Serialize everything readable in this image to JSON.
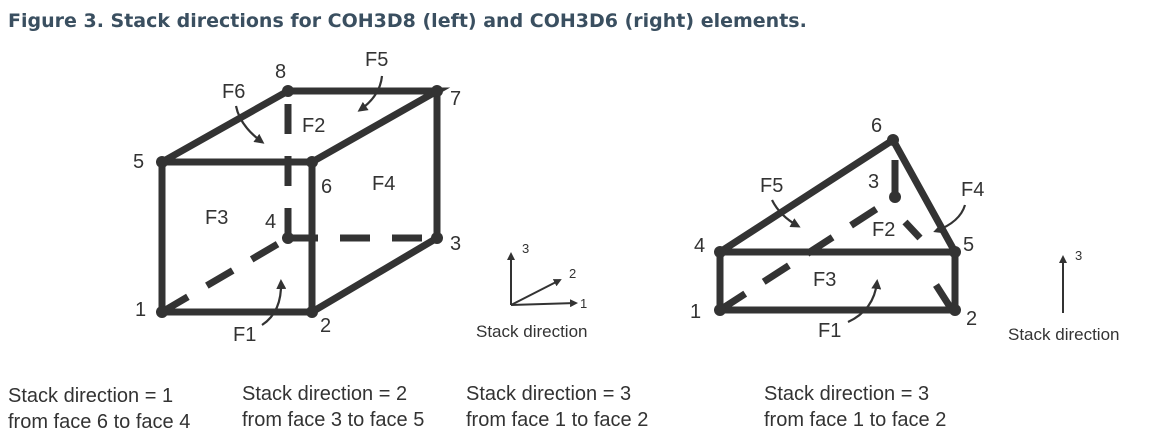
{
  "title": "Figure 3. Stack directions for COH3D8 (left) and COH3D6 (right) elements.",
  "coh3d8": {
    "nodes": [
      "1",
      "2",
      "3",
      "4",
      "5",
      "6",
      "7",
      "8"
    ],
    "faces": [
      "F1",
      "F2",
      "F3",
      "F4",
      "F5",
      "F6"
    ],
    "axes": {
      "x": "1",
      "y": "2",
      "z": "3",
      "label": "Stack direction"
    }
  },
  "coh3d6": {
    "nodes": [
      "1",
      "2",
      "3",
      "4",
      "5",
      "6"
    ],
    "faces": [
      "F1",
      "F2",
      "F3",
      "F4",
      "F5"
    ],
    "axes": {
      "z": "3",
      "label": "Stack direction"
    }
  },
  "captions": [
    {
      "line1": "Stack direction = 1",
      "line2": "from face 6 to face 4"
    },
    {
      "line1": "Stack direction = 2",
      "line2": "from face 3 to face 5"
    },
    {
      "line1": "Stack direction = 3",
      "line2": "from face 1 to face 2"
    },
    {
      "line1": "Stack direction = 3",
      "line2": "from face 1 to face 2"
    }
  ]
}
